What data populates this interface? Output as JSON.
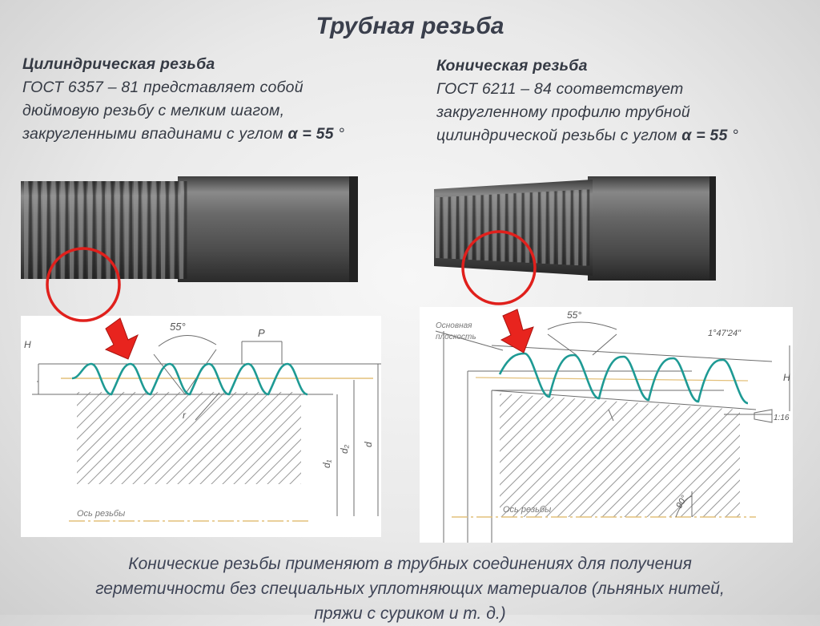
{
  "title": "Трубная резьба",
  "left": {
    "heading": "Цилиндрическая резьба",
    "line1": "ГОСТ 6357 – 81 представляет собой",
    "line2": "дюймовую резьбу с мелким шагом,",
    "line3_pre": "закругленными впадинами с углом ",
    "line3_alpha": "α = 55",
    "line3_deg": " °",
    "fig_angle": "55°",
    "fig_p": "P",
    "fig_h": "H",
    "fig_r": "r",
    "fig_d": "d",
    "fig_d1": "d₁",
    "fig_d2": "d₂",
    "fig_axis": "Ось резьбы"
  },
  "right": {
    "heading": "Коническая резьба",
    "line1": "ГОСТ 6211 – 84 соответствует",
    "line2": "закругленному профилю трубной",
    "line3_pre": "цилиндрической резьбы с углом ",
    "line3_alpha": "α = 55",
    "line3_deg": " °",
    "fig_angle": "55°",
    "fig_base1": "Основная",
    "fig_base2": "плоскость",
    "fig_taper_angle": "1°47'24\"",
    "fig_taper": "1:16",
    "fig_h": "H",
    "fig_90": "90°",
    "fig_axis": "Ось резьбы"
  },
  "bottom": {
    "line1": "Конические резьбы применяют в трубных соединениях для получения",
    "line2": "герметичности без специальных уплотняющих материалов (льняных нитей,",
    "line3": "пряжи с суриком и т. д.)"
  },
  "colors": {
    "thread": "#1e9a94",
    "circle": "#e0201c",
    "arrow": "#e8241e",
    "hatch": "#9a9a9a",
    "dim": "#6d6d6d",
    "axis_yellow": "#e3c07a"
  }
}
